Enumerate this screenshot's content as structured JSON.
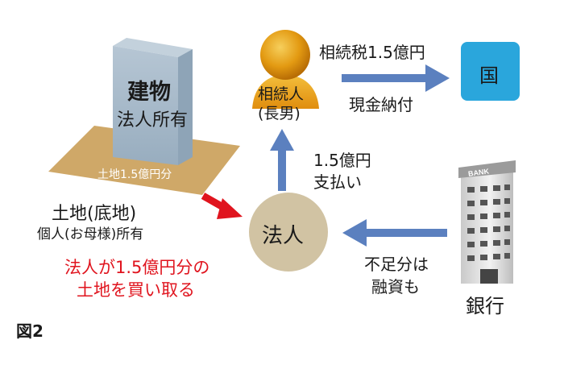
{
  "building": {
    "title": "建物",
    "owner": "法人所有"
  },
  "land": {
    "share_label": "土地1.5億円分",
    "title": "土地(底地)",
    "owner": "個人(お母様)所有"
  },
  "purchase_note": {
    "line1": "法人が1.5億円分の",
    "line2": "土地を買い取る"
  },
  "heir": {
    "line1": "相続人",
    "line2": "(長男)"
  },
  "tax": {
    "label": "相続税1.5億円",
    "method": "現金納付"
  },
  "state": {
    "label": "国"
  },
  "payment": {
    "line1": "1.5億円",
    "line2": "支払い"
  },
  "corporation": {
    "label": "法人"
  },
  "loan": {
    "line1": "不足分は",
    "line2": "融資も"
  },
  "bank": {
    "sign": "BANK",
    "label": "銀行"
  },
  "figure_label": "図2",
  "colors": {
    "arrow_blue": "#5b80bf",
    "arrow_red": "#e0141e",
    "red_text": "#e0141e",
    "land": "#cfa868",
    "building": "#a9bccd",
    "person": "#e7a214",
    "state_box": "#2aa6dc",
    "corp_circle": "#d1c3a3"
  }
}
